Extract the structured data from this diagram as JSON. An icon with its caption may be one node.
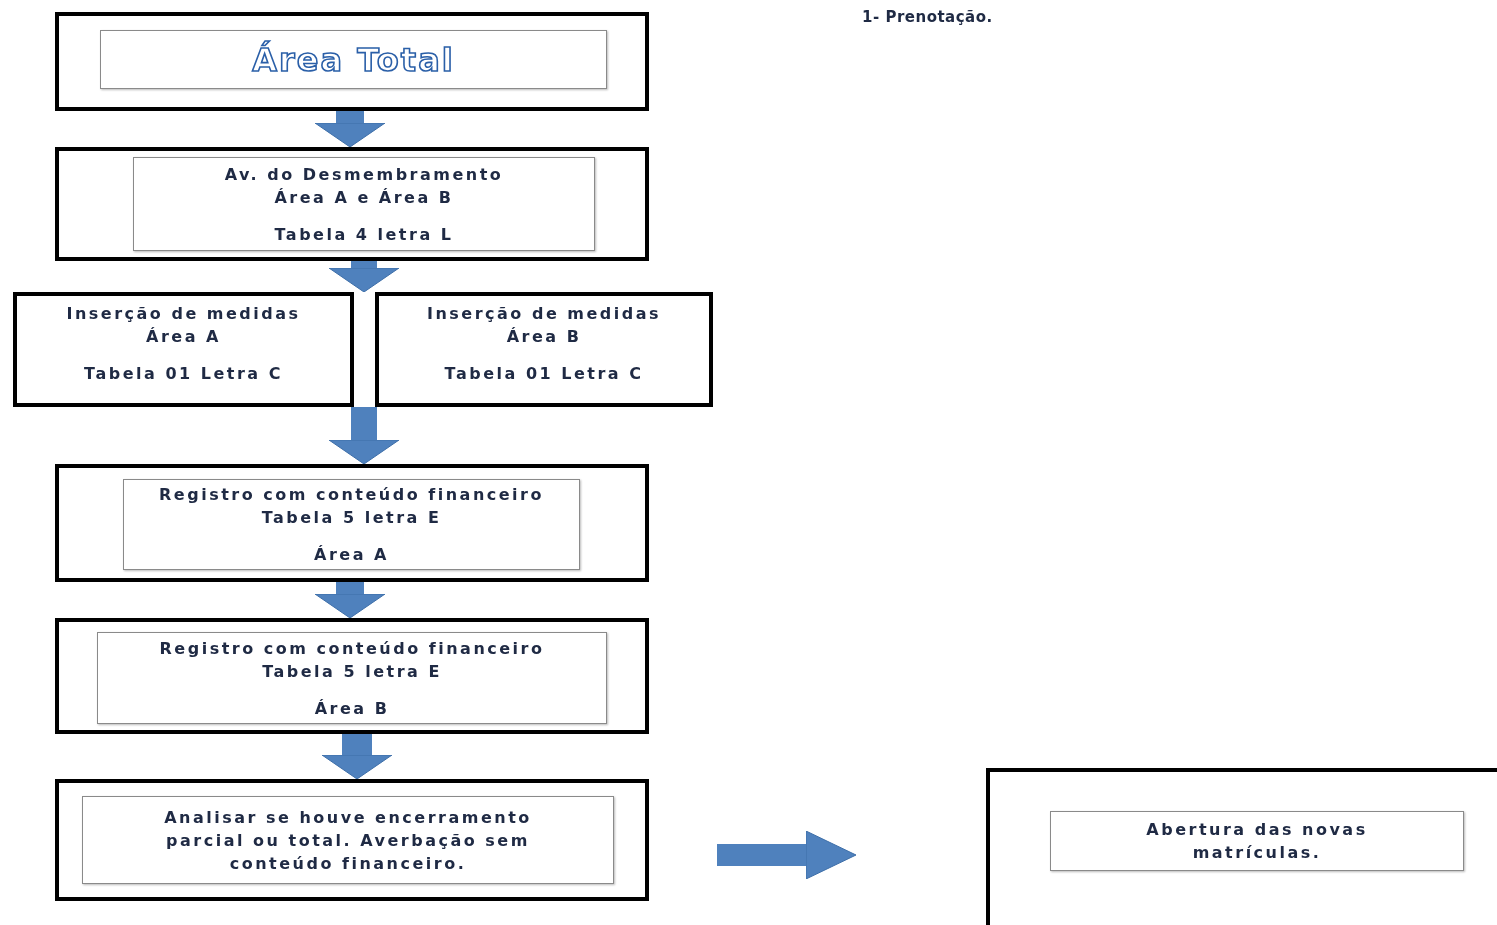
{
  "diagram": {
    "nodes": [
      {
        "text": [],
        "shape": "box"
      },
      {
        "text": [
          "Área Total"
        ],
        "in": 0
      },
      {
        "text": [],
        "shape": "box"
      },
      {
        "text": [
          "Av. do Desmembramento Área A e Área B",
          "Tabela 4 letra L"
        ],
        "in": 2
      },
      {
        "text": [
          "Inserção de medidas Área A",
          "Tabela 01 Letra C"
        ]
      },
      {
        "text": [
          "Inserção de medidas Área B",
          "Tabela 01 Letra C"
        ]
      },
      {
        "text": [],
        "shape": "box"
      },
      {
        "text": [
          "Registro com conteúdo financeiro Tabela 5 letra E",
          "Área A"
        ],
        "in": 6
      },
      {
        "text": [],
        "shape": "box"
      },
      {
        "text": [
          "Registro com conteúdo financeiro Tabela 5 letra E",
          "Área B"
        ],
        "in": 8
      },
      {
        "text": [],
        "shape": "box"
      },
      {
        "text": [
          "Analisar se houve encerramento parcial ou total. Averbação sem conteúdo financeiro."
        ],
        "in": 10
      },
      {
        "text": [],
        "shape": "box"
      },
      {
        "text": [
          "Abertura das novas matrículas."
        ],
        "in": 12
      }
    ],
    "edges": [
      {
        "from": 0,
        "to": 2,
        "arrow": "to"
      },
      {
        "from": 2,
        "to": 4,
        "arrow": "to"
      },
      {
        "from": 2,
        "to": 5,
        "arrow": "to"
      },
      {
        "from": 4,
        "to": 6,
        "arrow": "to"
      },
      {
        "from": 5,
        "to": 6,
        "arrow": "to"
      },
      {
        "from": 6,
        "to": 8,
        "arrow": "to"
      },
      {
        "from": 8,
        "to": 10,
        "arrow": "to"
      },
      {
        "from": 10,
        "to": 12,
        "arrow": "to"
      }
    ],
    "labels": [
      "1- Prenotação."
    ]
  }
}
